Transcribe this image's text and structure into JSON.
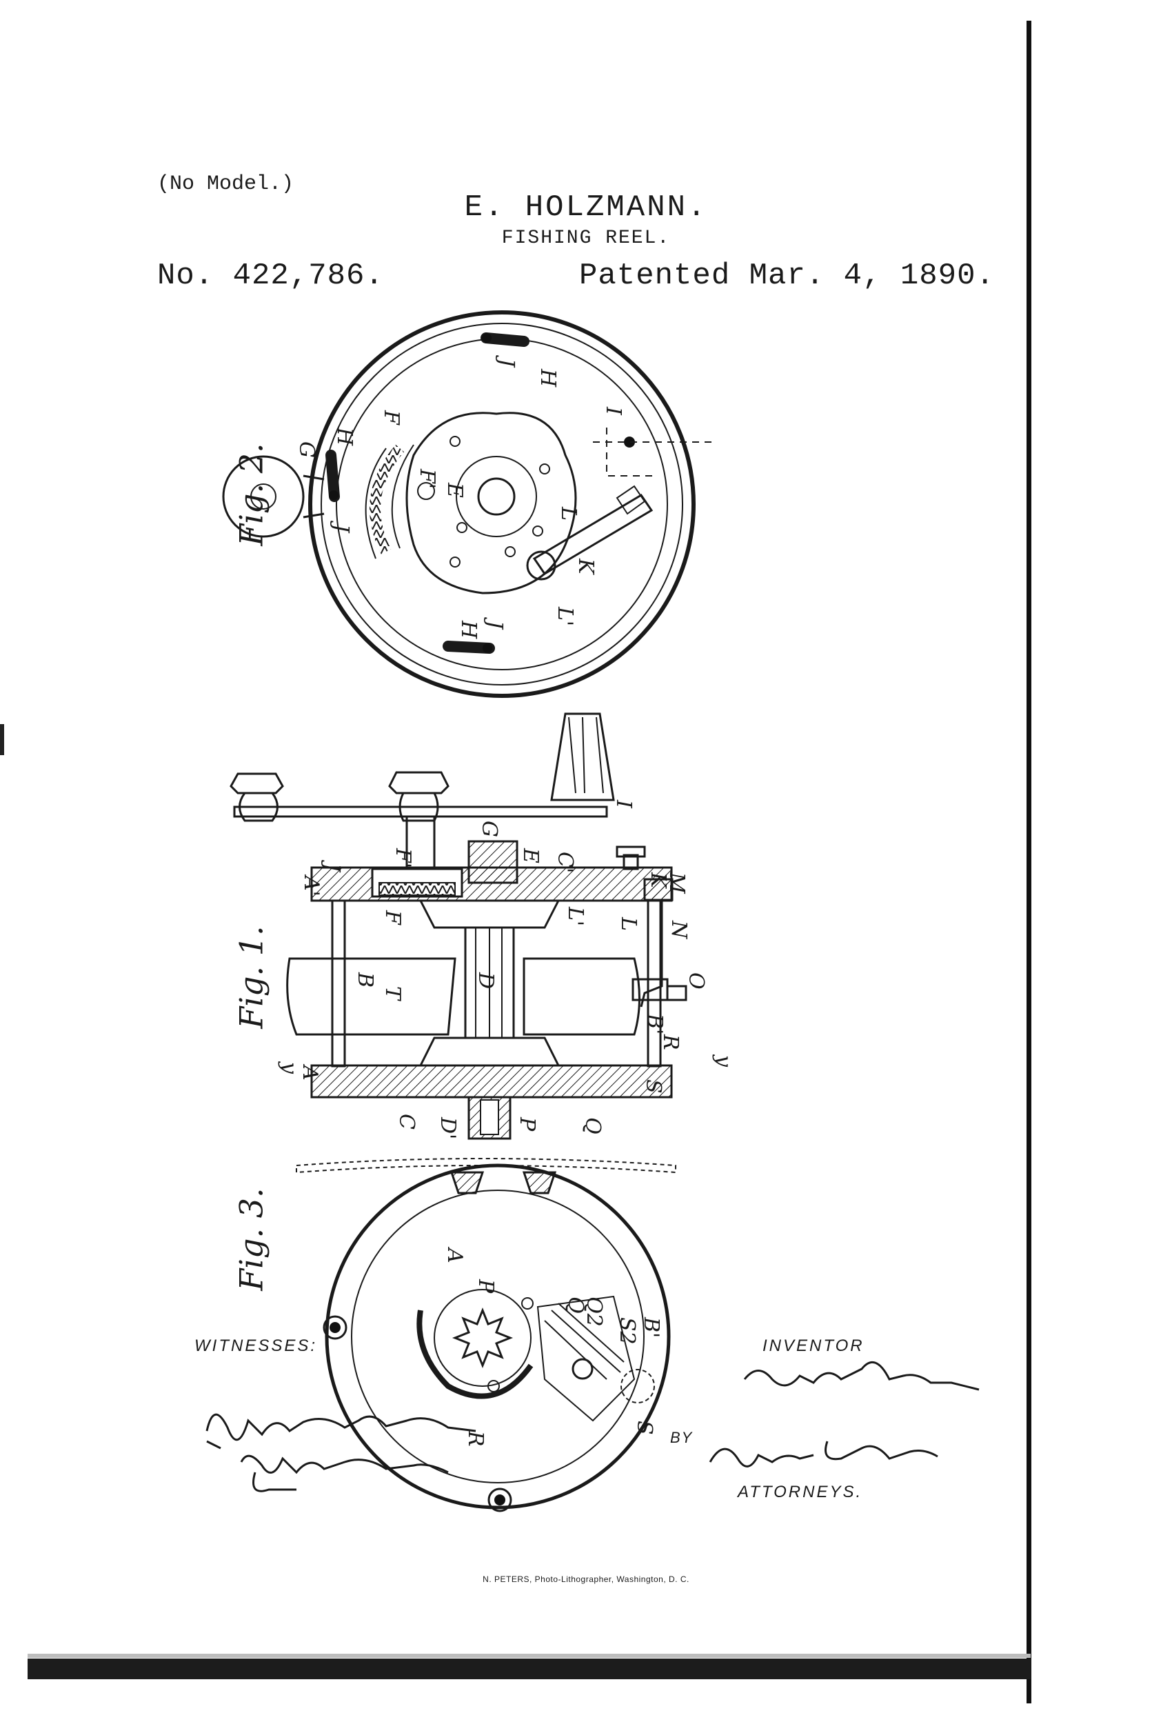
{
  "header": {
    "no_model": "(No Model.)",
    "inventor_name": "E. HOLZMANN.",
    "title": "FISHING REEL.",
    "patent_number": "No. 422,786.",
    "patent_date": "Patented Mar. 4, 1890."
  },
  "figures": {
    "fig2": "Fig. 2.",
    "fig1": "Fig. 1.",
    "fig3": "Fig. 3."
  },
  "signatures": {
    "witnesses_label": "WITNESSES:",
    "inventor_label": "INVENTOR",
    "by_label": "BY",
    "attorneys_label": "ATTORNEYS."
  },
  "footer": {
    "printer": "N. PETERS, Photo-Lithographer, Washington, D. C."
  }
}
